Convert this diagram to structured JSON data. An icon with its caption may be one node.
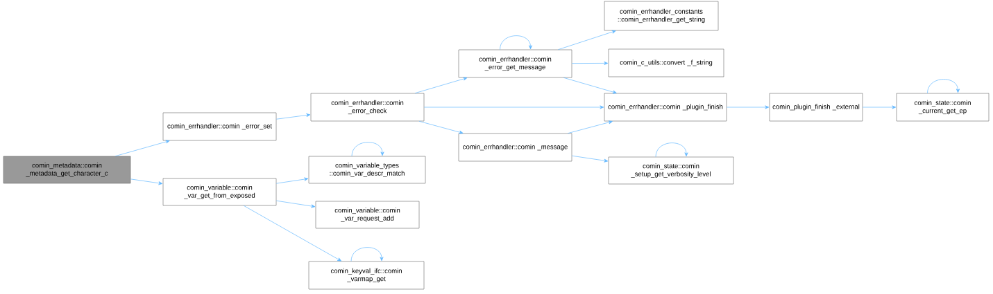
{
  "diagram": {
    "nodes": [
      {
        "text": [
          "comin_metadata::comin _metadata_get_character_c"
        ]
      },
      {
        "text": [
          "comin_errhandler::comin _error_set"
        ]
      },
      {
        "text": [
          "comin_variable::comin _var_get_from_exposed"
        ]
      },
      {
        "text": [
          "comin_errhandler::comin _error_check"
        ]
      },
      {
        "text": [
          "comin_variable_types ::comin_var_descr_match"
        ]
      },
      {
        "text": [
          "comin_variable::comin _var_request_add"
        ]
      },
      {
        "text": [
          "comin_keyval_ifc::comin _varmap_get"
        ]
      },
      {
        "text": [
          "comin_errhandler::comin _error_get_message"
        ]
      },
      {
        "text": [
          "comin_errhandler::comin _message"
        ]
      },
      {
        "text": [
          "comin_errhandler_constants ::comin_errhandler_get_string"
        ]
      },
      {
        "text": [
          "comin_c_utils::convert _f_string"
        ]
      },
      {
        "text": [
          "comin_errhandler::comin _plugin_finish"
        ]
      },
      {
        "text": [
          "comin_state::comin _setup_get_verbosity_level"
        ]
      },
      {
        "text": [
          "comin_plugin_finish _external"
        ]
      },
      {
        "text": [
          "comin_state::comin _current_get_ep"
        ]
      }
    ],
    "edges": [
      {
        "from": 0,
        "to": 1,
        "arrow": "to"
      },
      {
        "from": 0,
        "to": 2,
        "arrow": "to"
      },
      {
        "from": 1,
        "to": 3,
        "arrow": "to"
      },
      {
        "from": 2,
        "to": 4,
        "arrow": "to"
      },
      {
        "from": 2,
        "to": 5,
        "arrow": "to"
      },
      {
        "from": 2,
        "to": 6,
        "arrow": "to"
      },
      {
        "from": 4,
        "to": 4,
        "arrow": "to"
      },
      {
        "from": 6,
        "to": 6,
        "arrow": "to"
      },
      {
        "from": 3,
        "to": 7,
        "arrow": "to"
      },
      {
        "from": 3,
        "to": 11,
        "arrow": "to"
      },
      {
        "from": 3,
        "to": 8,
        "arrow": "to"
      },
      {
        "from": 7,
        "to": 7,
        "arrow": "to"
      },
      {
        "from": 7,
        "to": 9,
        "arrow": "to"
      },
      {
        "from": 7,
        "to": 10,
        "arrow": "to"
      },
      {
        "from": 7,
        "to": 11,
        "arrow": "to"
      },
      {
        "from": 8,
        "to": 11,
        "arrow": "to"
      },
      {
        "from": 8,
        "to": 12,
        "arrow": "to"
      },
      {
        "from": 12,
        "to": 12,
        "arrow": "to"
      },
      {
        "from": 11,
        "to": 13,
        "arrow": "to"
      },
      {
        "from": 13,
        "to": 14,
        "arrow": "to"
      },
      {
        "from": 14,
        "to": 14,
        "arrow": "to"
      }
    ]
  }
}
